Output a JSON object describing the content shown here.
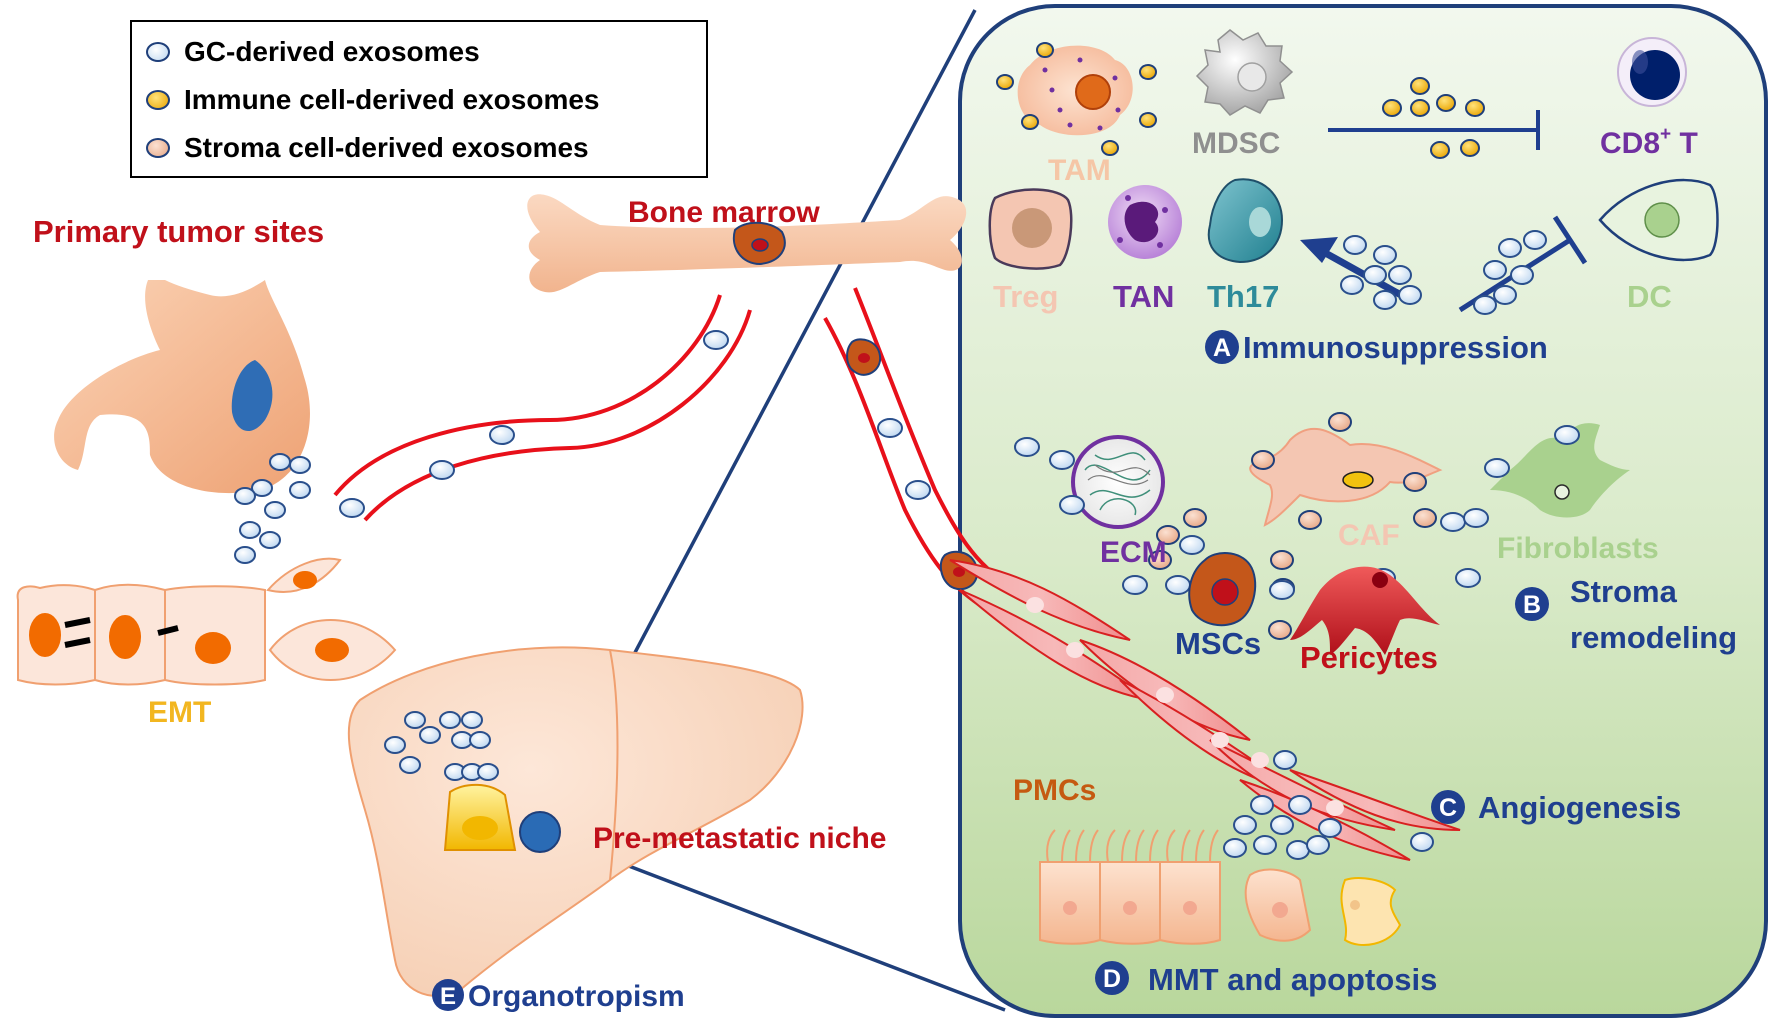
{
  "legend": {
    "items": [
      {
        "label": "GC-derived exosomes",
        "color": "#cfe2f5"
      },
      {
        "label": "Immune cell-derived exosomes",
        "color": "#f2b200"
      },
      {
        "label": "Stroma cell-derived exosomes",
        "color": "#f2c7ae"
      }
    ]
  },
  "labels": {
    "primary_tumor": "Primary tumor sites",
    "bone_marrow": "Bone marrow",
    "emt": "EMT",
    "pre_metastatic": "Pre-metastatic niche",
    "organotropism_letter": "E",
    "organotropism": "Organotropism",
    "tam": "TAM",
    "mdsc": "MDSC",
    "cd8_main": "CD8",
    "cd8_sup": "+",
    "cd8_t": " T",
    "treg": "Treg",
    "tan": "TAN",
    "th17": "Th17",
    "dc": "DC",
    "immuno_letter": "A",
    "immunosuppression": "Immunosuppression",
    "ecm": "ECM",
    "caf": "CAF",
    "fibroblasts": "Fibroblasts",
    "mscs": "MSCs",
    "pericytes": "Pericytes",
    "stroma_letter": "B",
    "stroma_line1": "Stroma",
    "stroma_line2": "remodeling",
    "angio_letter": "C",
    "angiogenesis": "Angiogenesis",
    "pmcs": "PMCs",
    "mmt_letter": "D",
    "mmt": "MMT and apoptosis"
  },
  "colors": {
    "dark_red": "#c0101a",
    "navy": "#1f3f8f",
    "orange_label": "#f2b620",
    "panel_fill": "#d6e7c6",
    "tam_color": "#f5c6a6",
    "mdsc_color": "#8f8f8f",
    "cd8_color": "#7030a0",
    "treg_color": "#f4c6b2",
    "tan_color": "#7030a0",
    "th17_color": "#2e8b9a",
    "dc_color": "#a9d18e",
    "caf_color": "#f4c6b2",
    "fibro_color": "#a9d18e",
    "pmc_color": "#c55a11",
    "vessel": "#e8101a"
  }
}
